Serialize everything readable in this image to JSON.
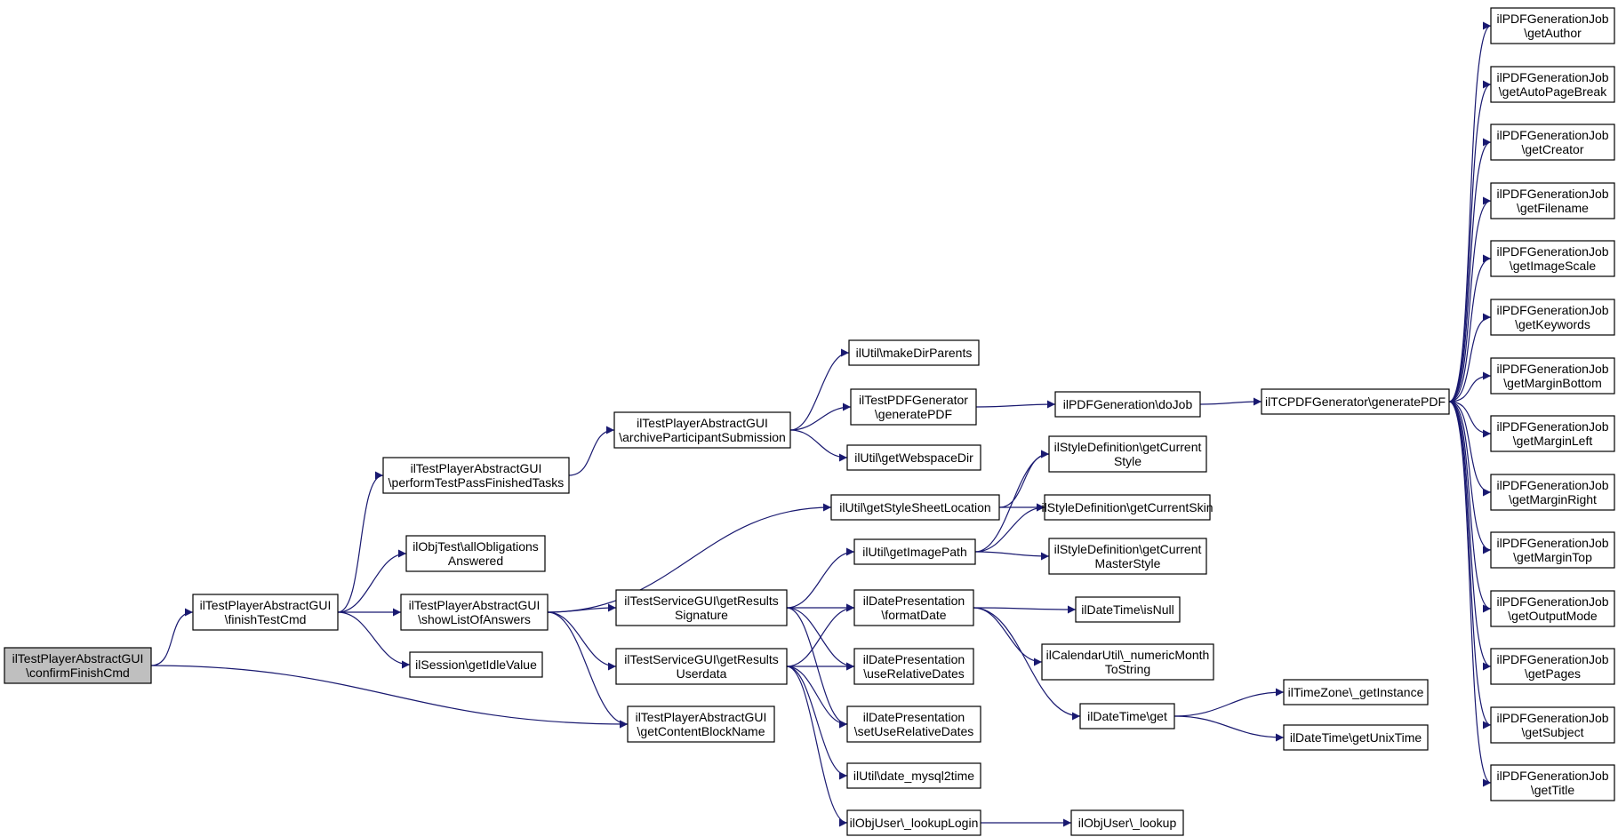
{
  "colors": {
    "edge": "#191970",
    "node_fill": "#ffffff",
    "root_fill": "#bfbfbf",
    "node_stroke": "#000000"
  },
  "nodes": [
    {
      "id": "confirm",
      "lines": [
        "ilTestPlayerAbstractGUI",
        "\\confirmFinishCmd"
      ],
      "root": true
    },
    {
      "id": "finish",
      "lines": [
        "ilTestPlayerAbstractGUI",
        "\\finishTestCmd"
      ]
    },
    {
      "id": "perform",
      "lines": [
        "ilTestPlayerAbstractGUI",
        "\\performTestPassFinishedTasks"
      ]
    },
    {
      "id": "allobl",
      "lines": [
        "ilObjTest\\allObligations",
        "Answered"
      ]
    },
    {
      "id": "showlist",
      "lines": [
        "ilTestPlayerAbstractGUI",
        "\\showListOfAnswers"
      ]
    },
    {
      "id": "idle",
      "lines": [
        "ilSession\\getIdleValue"
      ]
    },
    {
      "id": "archive",
      "lines": [
        "ilTestPlayerAbstractGUI",
        "\\archiveParticipantSubmission"
      ]
    },
    {
      "id": "sig",
      "lines": [
        "ilTestServiceGUI\\getResults",
        "Signature"
      ]
    },
    {
      "id": "userdata",
      "lines": [
        "ilTestServiceGUI\\getResults",
        "Userdata"
      ]
    },
    {
      "id": "content",
      "lines": [
        "ilTestPlayerAbstractGUI",
        "\\getContentBlockName"
      ]
    },
    {
      "id": "mkdir",
      "lines": [
        "ilUtil\\makeDirParents"
      ]
    },
    {
      "id": "pdfgen",
      "lines": [
        "ilTestPDFGenerator",
        "\\generatePDF"
      ]
    },
    {
      "id": "webspace",
      "lines": [
        "ilUtil\\getWebspaceDir"
      ]
    },
    {
      "id": "stylesheet",
      "lines": [
        "ilUtil\\getStyleSheetLocation"
      ]
    },
    {
      "id": "imagepath",
      "lines": [
        "ilUtil\\getImagePath"
      ]
    },
    {
      "id": "formatdate",
      "lines": [
        "ilDatePresentation",
        "\\formatDate"
      ]
    },
    {
      "id": "userel",
      "lines": [
        "ilDatePresentation",
        "\\useRelativeDates"
      ]
    },
    {
      "id": "setrel",
      "lines": [
        "ilDatePresentation",
        "\\setUseRelativeDates"
      ]
    },
    {
      "id": "mysql2time",
      "lines": [
        "ilUtil\\date_mysql2time"
      ]
    },
    {
      "id": "lookuplogin",
      "lines": [
        "ilObjUser\\_lookupLogin"
      ]
    },
    {
      "id": "dojob",
      "lines": [
        "ilPDFGeneration\\doJob"
      ]
    },
    {
      "id": "curstyle",
      "lines": [
        "ilStyleDefinition\\getCurrent",
        "Style"
      ]
    },
    {
      "id": "curskin",
      "lines": [
        "ilStyleDefinition\\getCurrentSkin"
      ]
    },
    {
      "id": "curmaster",
      "lines": [
        "ilStyleDefinition\\getCurrent",
        "MasterStyle"
      ]
    },
    {
      "id": "isnull",
      "lines": [
        "ilDateTime\\isNull"
      ]
    },
    {
      "id": "calmonth",
      "lines": [
        "ilCalendarUtil\\_numericMonth",
        "ToString"
      ]
    },
    {
      "id": "dtget",
      "lines": [
        "ilDateTime\\get"
      ]
    },
    {
      "id": "lookup",
      "lines": [
        "ilObjUser\\_lookup"
      ]
    },
    {
      "id": "tcpdf",
      "lines": [
        "ilTCPDFGenerator\\generatePDF"
      ]
    },
    {
      "id": "tzinst",
      "lines": [
        "ilTimeZone\\_getInstance"
      ]
    },
    {
      "id": "unixtime",
      "lines": [
        "ilDateTime\\getUnixTime"
      ]
    },
    {
      "id": "j_author",
      "lines": [
        "ilPDFGenerationJob",
        "\\getAuthor"
      ]
    },
    {
      "id": "j_autopage",
      "lines": [
        "ilPDFGenerationJob",
        "\\getAutoPageBreak"
      ]
    },
    {
      "id": "j_creator",
      "lines": [
        "ilPDFGenerationJob",
        "\\getCreator"
      ]
    },
    {
      "id": "j_filename",
      "lines": [
        "ilPDFGenerationJob",
        "\\getFilename"
      ]
    },
    {
      "id": "j_imgscale",
      "lines": [
        "ilPDFGenerationJob",
        "\\getImageScale"
      ]
    },
    {
      "id": "j_keywords",
      "lines": [
        "ilPDFGenerationJob",
        "\\getKeywords"
      ]
    },
    {
      "id": "j_mbottom",
      "lines": [
        "ilPDFGenerationJob",
        "\\getMarginBottom"
      ]
    },
    {
      "id": "j_mleft",
      "lines": [
        "ilPDFGenerationJob",
        "\\getMarginLeft"
      ]
    },
    {
      "id": "j_mright",
      "lines": [
        "ilPDFGenerationJob",
        "\\getMarginRight"
      ]
    },
    {
      "id": "j_mtop",
      "lines": [
        "ilPDFGenerationJob",
        "\\getMarginTop"
      ]
    },
    {
      "id": "j_output",
      "lines": [
        "ilPDFGenerationJob",
        "\\getOutputMode"
      ]
    },
    {
      "id": "j_pages",
      "lines": [
        "ilPDFGenerationJob",
        "\\getPages"
      ]
    },
    {
      "id": "j_subject",
      "lines": [
        "ilPDFGenerationJob",
        "\\getSubject"
      ]
    },
    {
      "id": "j_title",
      "lines": [
        "ilPDFGenerationJob",
        "\\getTitle"
      ]
    }
  ],
  "edges": [
    [
      "confirm",
      "finish"
    ],
    [
      "confirm",
      "content"
    ],
    [
      "finish",
      "perform"
    ],
    [
      "finish",
      "allobl"
    ],
    [
      "finish",
      "showlist"
    ],
    [
      "finish",
      "idle"
    ],
    [
      "perform",
      "archive"
    ],
    [
      "archive",
      "mkdir"
    ],
    [
      "archive",
      "pdfgen"
    ],
    [
      "archive",
      "webspace"
    ],
    [
      "showlist",
      "stylesheet"
    ],
    [
      "showlist",
      "sig"
    ],
    [
      "showlist",
      "userdata"
    ],
    [
      "showlist",
      "content"
    ],
    [
      "sig",
      "imagepath"
    ],
    [
      "sig",
      "formatdate"
    ],
    [
      "sig",
      "userel"
    ],
    [
      "sig",
      "setrel"
    ],
    [
      "userdata",
      "formatdate"
    ],
    [
      "userdata",
      "userel"
    ],
    [
      "userdata",
      "setrel"
    ],
    [
      "userdata",
      "mysql2time"
    ],
    [
      "userdata",
      "lookuplogin"
    ],
    [
      "pdfgen",
      "dojob"
    ],
    [
      "dojob",
      "tcpdf"
    ],
    [
      "stylesheet",
      "curstyle"
    ],
    [
      "stylesheet",
      "curskin"
    ],
    [
      "imagepath",
      "curstyle"
    ],
    [
      "imagepath",
      "curskin"
    ],
    [
      "imagepath",
      "curmaster"
    ],
    [
      "formatdate",
      "isnull"
    ],
    [
      "formatdate",
      "calmonth"
    ],
    [
      "formatdate",
      "dtget"
    ],
    [
      "dtget",
      "tzinst"
    ],
    [
      "dtget",
      "unixtime"
    ],
    [
      "lookuplogin",
      "lookup"
    ],
    [
      "tcpdf",
      "j_author"
    ],
    [
      "tcpdf",
      "j_autopage"
    ],
    [
      "tcpdf",
      "j_creator"
    ],
    [
      "tcpdf",
      "j_filename"
    ],
    [
      "tcpdf",
      "j_imgscale"
    ],
    [
      "tcpdf",
      "j_keywords"
    ],
    [
      "tcpdf",
      "j_mbottom"
    ],
    [
      "tcpdf",
      "j_mleft"
    ],
    [
      "tcpdf",
      "j_mright"
    ],
    [
      "tcpdf",
      "j_mtop"
    ],
    [
      "tcpdf",
      "j_output"
    ],
    [
      "tcpdf",
      "j_pages"
    ],
    [
      "tcpdf",
      "j_subject"
    ],
    [
      "tcpdf",
      "j_title"
    ]
  ]
}
